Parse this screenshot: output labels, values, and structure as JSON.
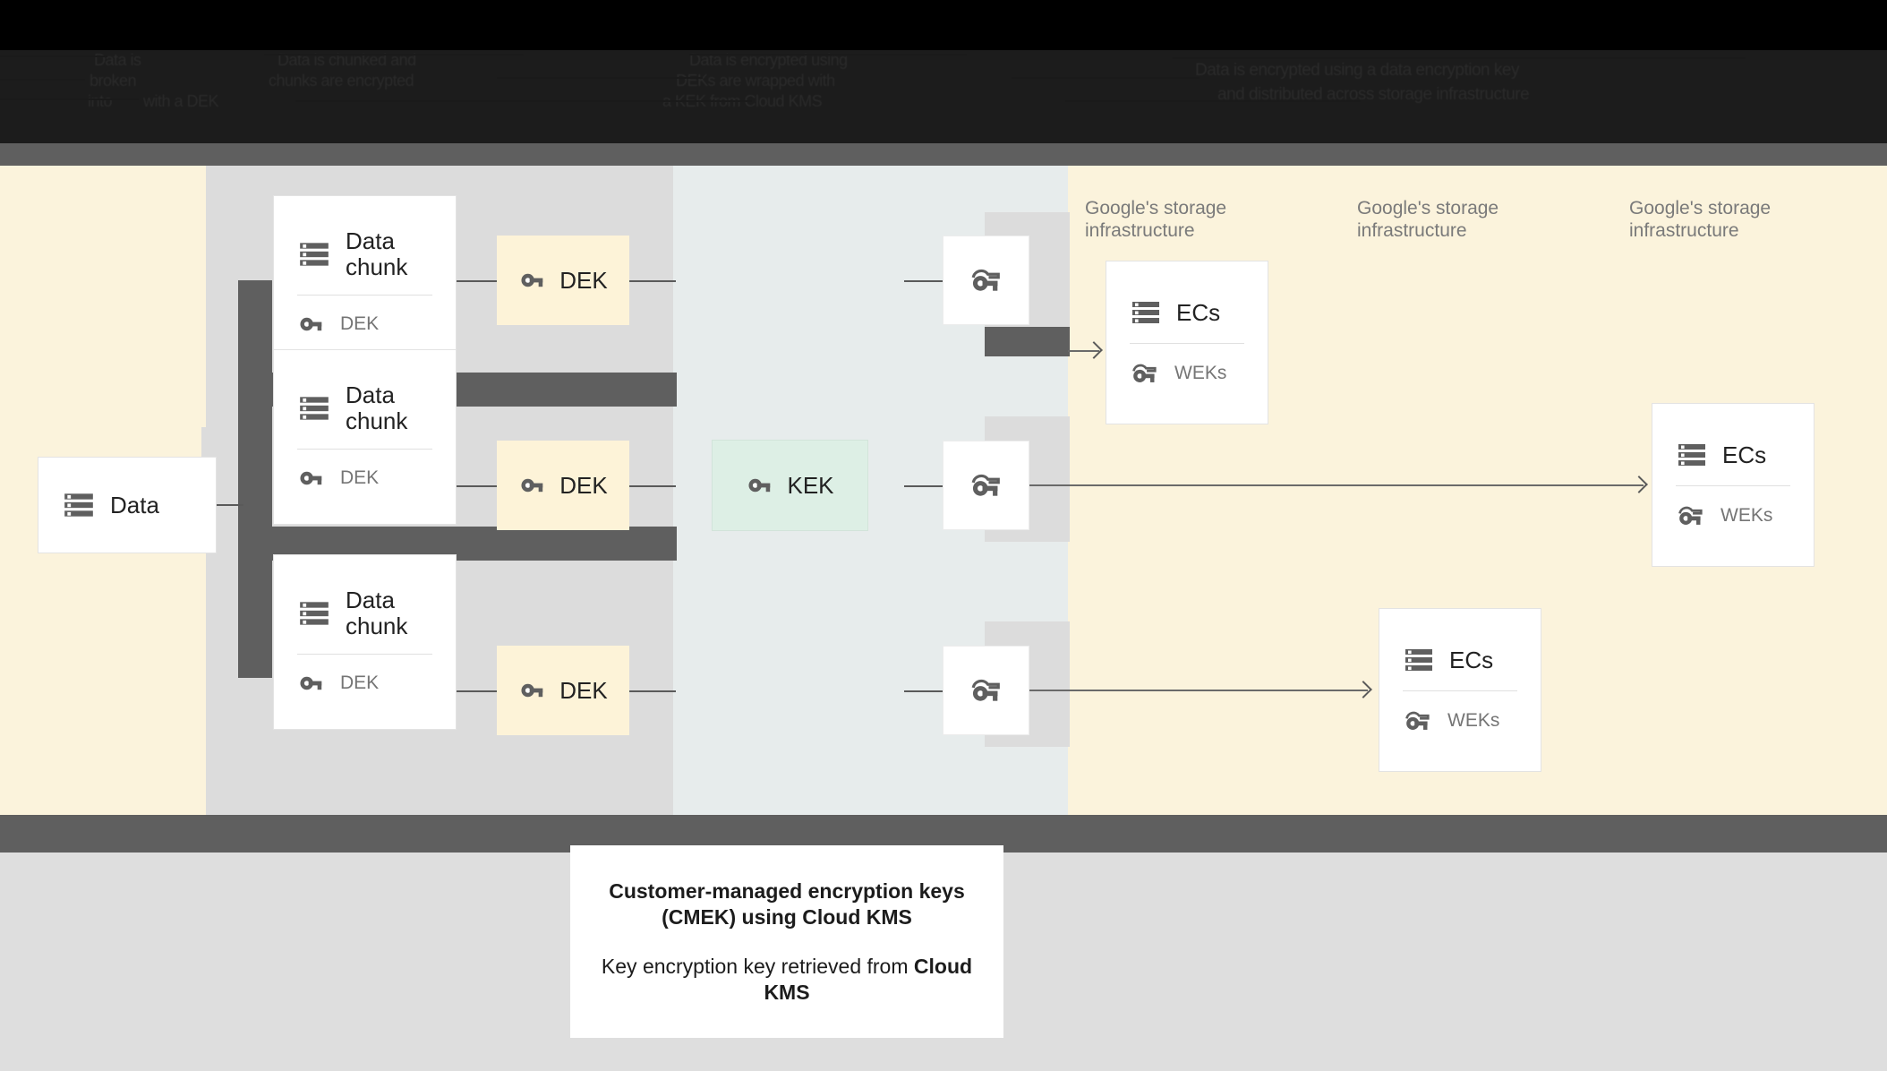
{
  "header": {
    "obscured": true,
    "note": "top bar text is dark-on-black and illegible",
    "rows": [
      {
        "cols": [
          "Data is",
          "Data is chunked and",
          "Data is encrypted using"
        ]
      },
      {
        "cols": [
          "broken",
          "chunks are encrypted",
          "DEKs are wrapped with"
        ]
      },
      {
        "cols": [
          "into",
          "with a DEK",
          "a KEK from Cloud KMS"
        ]
      }
    ]
  },
  "diagram": {
    "source": {
      "label": "Data",
      "icon": "server-icon"
    },
    "chunks": [
      {
        "title": "Data chunk",
        "icon": "server-icon",
        "key_label": "DEK",
        "key_icon": "key-icon"
      },
      {
        "title": "Data chunk",
        "icon": "server-icon",
        "key_label": "DEK",
        "key_icon": "key-icon"
      },
      {
        "title": "Data chunk",
        "icon": "server-icon",
        "key_label": "DEK",
        "key_icon": "key-icon"
      }
    ],
    "deks": [
      {
        "label": "DEK",
        "icon": "key-icon"
      },
      {
        "label": "DEK",
        "icon": "key-icon"
      },
      {
        "label": "DEK",
        "icon": "key-icon"
      }
    ],
    "kek": {
      "label": "KEK",
      "icon": "key-icon"
    },
    "wrapped_keys": [
      {
        "icon": "multi-key-icon"
      },
      {
        "icon": "multi-key-icon"
      },
      {
        "icon": "multi-key-icon"
      }
    ],
    "infra_labels": [
      "Google's storage\ninfrastructure",
      "Google's storage\ninfrastructure",
      "Google's storage\ninfrastructure"
    ],
    "ec_cards": [
      {
        "title": "ECs",
        "icon": "server-icon",
        "key_label": "WEKs",
        "key_icon": "multi-key-icon"
      },
      {
        "title": "ECs",
        "icon": "server-icon",
        "key_label": "WEKs",
        "key_icon": "multi-key-icon"
      },
      {
        "title": "ECs",
        "icon": "server-icon",
        "key_label": "WEKs",
        "key_icon": "multi-key-icon"
      }
    ]
  },
  "caption": {
    "line1": "Customer-managed encryption keys (CMEK) using Cloud KMS",
    "line2_prefix": "Key encryption key retrieved from ",
    "line2_strong": "Cloud KMS"
  },
  "colors": {
    "canvas_cream": "#fbf3dc",
    "band_gray": "#dcdcdc",
    "band_bluegray": "#e7ecec",
    "block_dark": "#5f5f5f",
    "chip_dek": "#fdf3d8",
    "chip_kek": "#ddefe5",
    "icon_gray": "#5f5f5f",
    "text_gray": "#7a7a7a",
    "footer_gray": "#dedede"
  }
}
